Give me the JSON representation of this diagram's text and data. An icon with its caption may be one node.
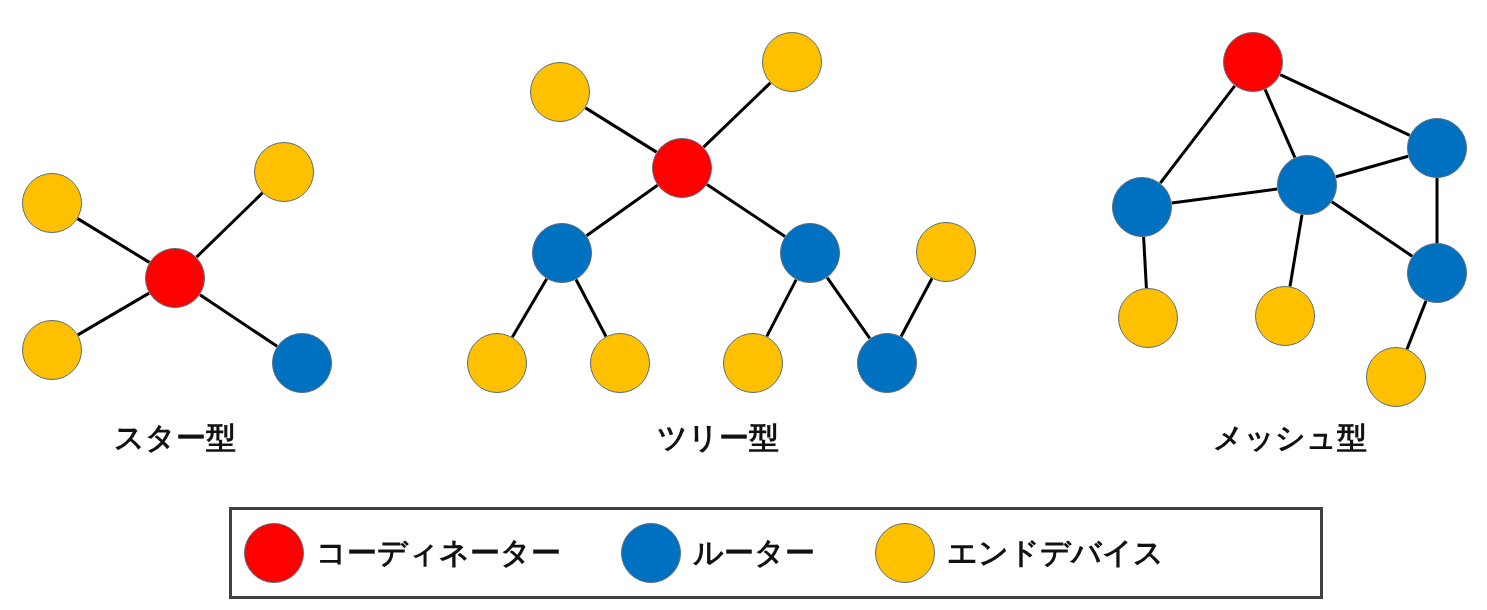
{
  "diagram": {
    "nodes": [
      {
        "text": [],
        "shape": "circle"
      },
      {
        "text": [],
        "shape": "circle"
      },
      {
        "text": [],
        "shape": "circle"
      },
      {
        "text": [],
        "shape": "circle"
      },
      {
        "text": [],
        "shape": "circle"
      },
      {
        "text": [],
        "shape": "circle"
      },
      {
        "text": [],
        "shape": "circle"
      },
      {
        "text": [],
        "shape": "circle"
      },
      {
        "text": [],
        "shape": "circle"
      },
      {
        "text": [],
        "shape": "circle"
      },
      {
        "text": [],
        "shape": "circle"
      },
      {
        "text": [],
        "shape": "circle"
      },
      {
        "text": [],
        "shape": "circle"
      },
      {
        "text": [],
        "shape": "circle"
      },
      {
        "text": [],
        "shape": "circle"
      },
      {
        "text": [],
        "shape": "circle"
      },
      {
        "text": [],
        "shape": "circle"
      },
      {
        "text": [],
        "shape": "circle"
      },
      {
        "text": [],
        "shape": "circle"
      },
      {
        "text": [],
        "shape": "circle"
      },
      {
        "text": [],
        "shape": "circle"
      },
      {
        "text": [],
        "shape": "circle"
      },
      {
        "text": [],
        "shape": "circle"
      }
    ],
    "edges": [
      {
        "from": 0,
        "to": 2,
        "arrow": "none"
      },
      {
        "from": 1,
        "to": 2,
        "arrow": "none"
      },
      {
        "from": 3,
        "to": 2,
        "arrow": "none"
      },
      {
        "from": 2,
        "to": 4,
        "arrow": "none"
      },
      {
        "from": 5,
        "to": 7,
        "arrow": "none"
      },
      {
        "from": 6,
        "to": 7,
        "arrow": "none"
      },
      {
        "from": 7,
        "to": 8,
        "arrow": "none"
      },
      {
        "from": 7,
        "to": 9,
        "arrow": "none"
      },
      {
        "from": 8,
        "to": 11,
        "arrow": "none"
      },
      {
        "from": 8,
        "to": 12,
        "arrow": "none"
      },
      {
        "from": 9,
        "to": 13,
        "arrow": "none"
      },
      {
        "from": 9,
        "to": 14,
        "arrow": "none"
      },
      {
        "from": 14,
        "to": 10,
        "arrow": "none"
      },
      {
        "from": 15,
        "to": 16,
        "arrow": "none"
      },
      {
        "from": 15,
        "to": 17,
        "arrow": "none"
      },
      {
        "from": 15,
        "to": 18,
        "arrow": "none"
      },
      {
        "from": 17,
        "to": 18,
        "arrow": "none"
      },
      {
        "from": 18,
        "to": 16,
        "arrow": "none"
      },
      {
        "from": 16,
        "to": 19,
        "arrow": "none"
      },
      {
        "from": 18,
        "to": 19,
        "arrow": "none"
      },
      {
        "from": 17,
        "to": 20,
        "arrow": "none"
      },
      {
        "from": 18,
        "to": 21,
        "arrow": "none"
      },
      {
        "from": 19,
        "to": 22,
        "arrow": "none"
      }
    ],
    "labels": [
      "スター型",
      "ツリー型",
      "メッシュ型"
    ],
    "legend": [
      {
        "text": "コーディネーター",
        "color": "#ff0000"
      },
      {
        "text": "ルーター",
        "color": "#0070c0"
      },
      {
        "text": "エンドデバイス",
        "color": "#ffc000"
      }
    ]
  }
}
